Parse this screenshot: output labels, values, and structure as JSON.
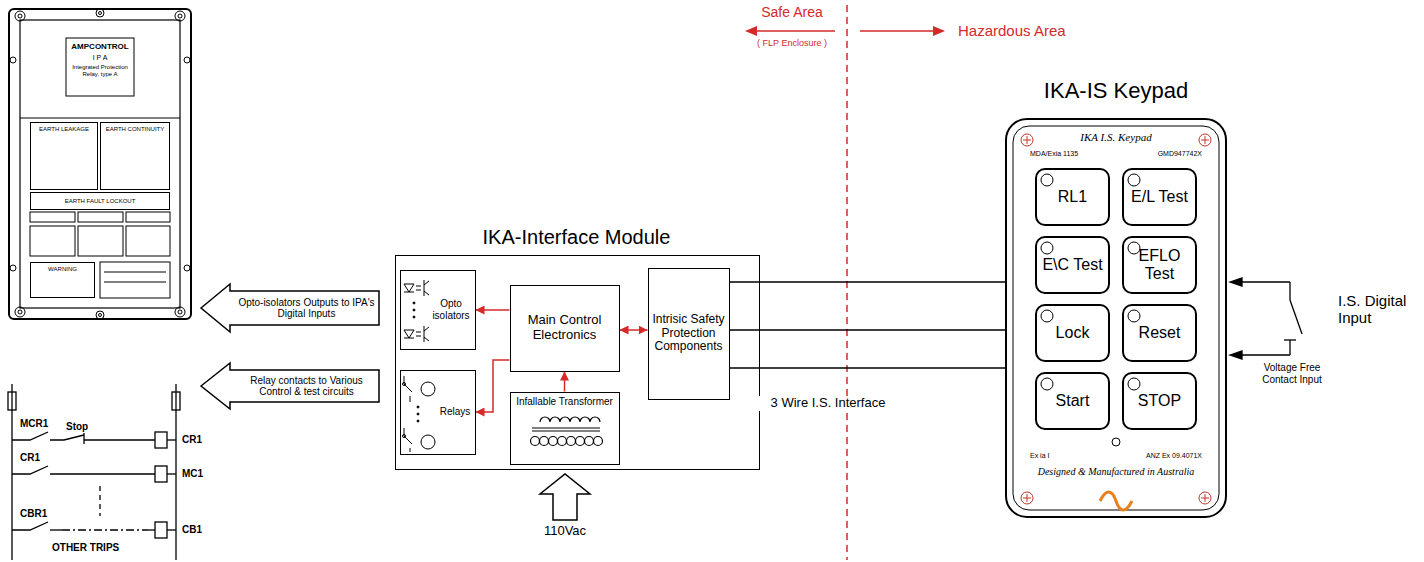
{
  "diagram": {
    "nodes": [
      {
        "text": [
          "AMPCONTROL",
          "I P A",
          "Integrated Protection Relay, type A"
        ]
      },
      {
        "text": [
          "EARTH LEAKAGE"
        ],
        "in": 0
      },
      {
        "text": [
          "EARTH CONTINUITY"
        ],
        "in": 0
      },
      {
        "text": [
          "EARTH FAULT LOCKOUT"
        ],
        "in": 0
      },
      {
        "text": [
          "WARNING"
        ],
        "in": 0
      },
      {
        "text": [
          "Opto-isolators Outputs to IPA's Digital Inputs"
        ]
      },
      {
        "text": [
          "Relay contacts to Various Control & test circuits"
        ]
      },
      {
        "text": [
          "IKA-Interface Module"
        ]
      },
      {
        "text": [
          "Opto isolators"
        ],
        "in": 7
      },
      {
        "text": [
          "Relays"
        ],
        "in": 7
      },
      {
        "text": [
          "Main Control Electronics"
        ],
        "in": 7
      },
      {
        "text": [
          "Infallable Transformer"
        ],
        "in": 7
      },
      {
        "text": [
          "Intrisic Safety Protection Components"
        ],
        "in": 7
      },
      {
        "text": [
          "IKA-IS Keypad",
          "IKA I.S. Keypad",
          "MDA/Exia 1135",
          "GMD947742X",
          "Ex ia I",
          "ANZ Ex 09.4071X",
          "Designed & Manufactured in Australia"
        ]
      },
      {
        "text": [
          "RL1"
        ],
        "in": 13
      },
      {
        "text": [
          "E/L Test"
        ],
        "in": 13
      },
      {
        "text": [
          "E\\C Test"
        ],
        "in": 13
      },
      {
        "text": [
          "EFLO Test"
        ],
        "in": 13
      },
      {
        "text": [
          "Lock"
        ],
        "in": 13
      },
      {
        "text": [
          "Reset"
        ],
        "in": 13
      },
      {
        "text": [
          "Start"
        ],
        "in": 13
      },
      {
        "text": [
          "STOP"
        ],
        "in": 13
      }
    ],
    "edges": [
      {
        "from": 10,
        "to": 8,
        "arrow": "to"
      },
      {
        "from": 10,
        "to": 9,
        "arrow": "to"
      },
      {
        "from": 11,
        "to": 10,
        "arrow": "to"
      },
      {
        "from": 10,
        "to": 12,
        "arrow": "both"
      },
      {
        "from": 12,
        "to": 13,
        "arrow": "none"
      },
      {
        "from": 12,
        "to": 13,
        "arrow": "none"
      },
      {
        "from": 12,
        "to": 13,
        "arrow": "none"
      }
    ],
    "labels": [
      "Safe Area",
      "( FLP Enclosure )",
      "Hazardous Area",
      "3 Wire I.S. Interface",
      "110Vac",
      "I.S. Digital Input",
      "Voltage Free Contact Input",
      "MCR1",
      "Stop",
      "CR1",
      "CR1",
      "MC1",
      "CBR1",
      "CB1",
      "OTHER TRIPS"
    ]
  }
}
